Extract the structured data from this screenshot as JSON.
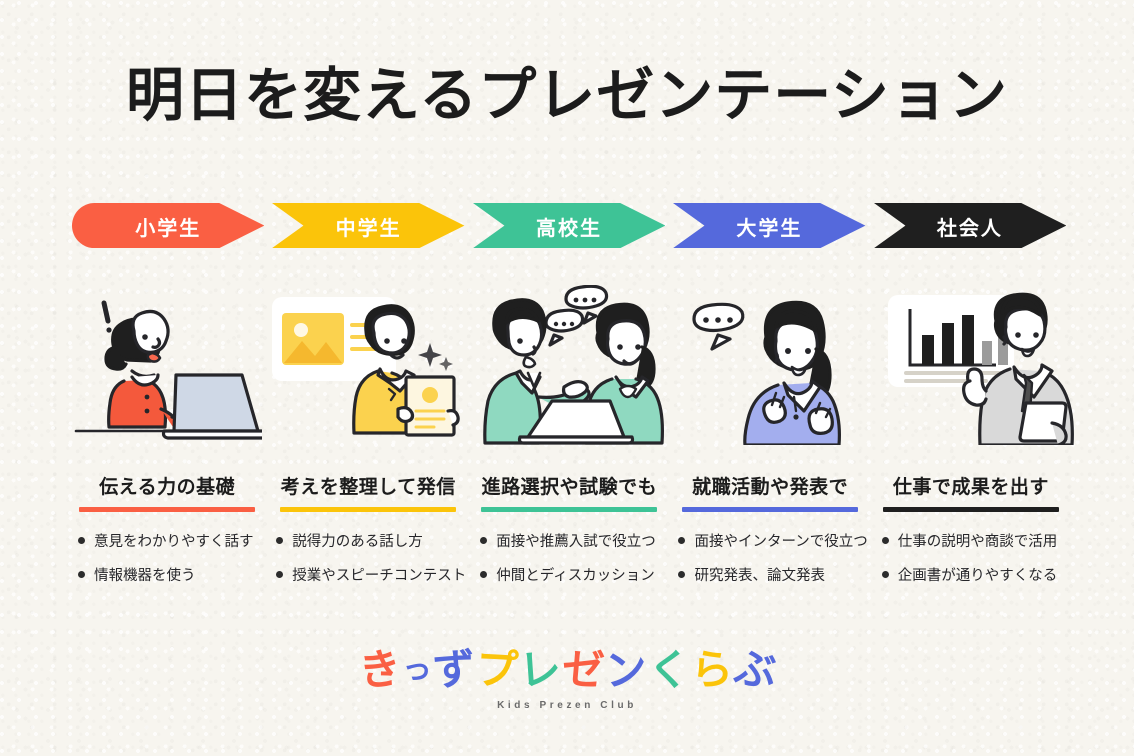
{
  "page": {
    "title": "明日を変えるプレゼンテーション",
    "background_color": "#f7f5ef",
    "text_color": "#1c1c1c"
  },
  "stages": [
    {
      "badge": "小学生",
      "color": "#fa5f43",
      "shape": "rounded-left-arrow",
      "heading": "伝える力の基礎",
      "bullets": [
        "意見をわかりやすく話す",
        "情報機器を使う"
      ],
      "illustration": "girl-at-laptop-icon"
    },
    {
      "badge": "中学生",
      "color": "#fbc40a",
      "shape": "chevron",
      "heading": "考えを整理して発信",
      "bullets": [
        "説得力のある話し方",
        "授業やスピーチコンテスト"
      ],
      "illustration": "student-with-certificate-and-slide-icon"
    },
    {
      "badge": "高校生",
      "color": "#3ec396",
      "shape": "chevron",
      "heading": "進路選択や試験でも",
      "bullets": [
        "面接や推薦入試で役立つ",
        "仲間とディスカッション"
      ],
      "illustration": "two-students-discussion-icon"
    },
    {
      "badge": "大学生",
      "color": "#5569dc",
      "shape": "chevron",
      "heading": "就職活動や発表で",
      "bullets": [
        "面接やインターンで役立つ",
        "研究発表、論文発表"
      ],
      "illustration": "woman-in-suit-speaking-icon"
    },
    {
      "badge": "社会人",
      "color": "#1f1f1f",
      "shape": "chevron",
      "heading": "仕事で成果を出す",
      "bullets": [
        "仕事の説明や商談で活用",
        "企画書が通りやすくなる"
      ],
      "illustration": "businessman-with-bar-chart-icon"
    }
  ],
  "logo": {
    "characters": [
      {
        "char": "き",
        "color": "#fa5f43"
      },
      {
        "char": "っ",
        "color": "#5569dc"
      },
      {
        "char": "ず",
        "color": "#5569dc"
      },
      {
        "char": "プ",
        "color": "#fbc40a"
      },
      {
        "char": "レ",
        "color": "#3ec396"
      },
      {
        "char": "ゼ",
        "color": "#fa5f43"
      },
      {
        "char": "ン",
        "color": "#5569dc"
      },
      {
        "char": "く",
        "color": "#3ec396"
      },
      {
        "char": "ら",
        "color": "#fbc40a"
      },
      {
        "char": "ぶ",
        "color": "#5569dc"
      }
    ],
    "subtitle": "Kids Prezen Club"
  }
}
